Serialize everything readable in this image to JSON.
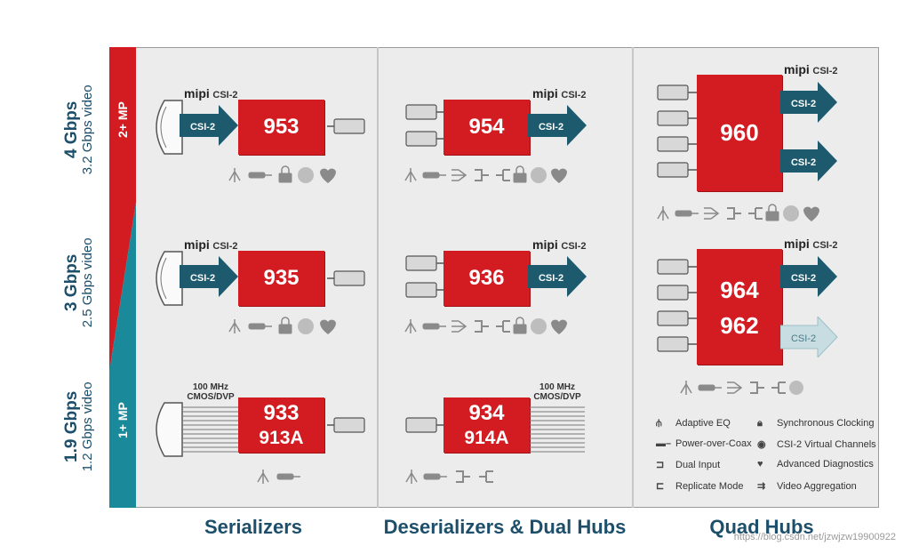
{
  "speeds": [
    {
      "rate": "4 Gbps",
      "video": "3.2 Gbps video"
    },
    {
      "rate": "3 Gbps",
      "video": "2.5 Gbps video"
    },
    {
      "rate": "1.9 Gbps",
      "video": "1.2 Gbps video"
    }
  ],
  "bands": {
    "top": "2+ MP",
    "bottom": "1+ MP"
  },
  "mipi": {
    "brand": "mipi",
    "csi": "CSI-2"
  },
  "arrow_label": "CSI-2",
  "chips": {
    "c953": "953",
    "c935": "935",
    "c933": "933",
    "c913a": "913A",
    "c954": "954",
    "c936": "936",
    "c934": "934",
    "c914a": "914A",
    "c960": "960",
    "c964": "964",
    "c962": "962"
  },
  "cmos_label": {
    "line1": "100 MHz",
    "line2": "CMOS/DVP"
  },
  "columns": {
    "serializers": "Serializers",
    "deserializers": "Deserializers & Dual Hubs",
    "quad": "Quad Hubs"
  },
  "legend": {
    "adaptive_eq": "Adaptive EQ",
    "poc": "Power-over-Coax",
    "dual_input": "Dual Input",
    "replicate": "Replicate Mode",
    "sync": "Synchronous Clocking",
    "vc": "CSI-2 Virtual Channels",
    "diag": "Advanced Diagnostics",
    "agg": "Video Aggregation"
  },
  "watermark": "https://blog.csdn.net/jzwjzw19900922",
  "colors": {
    "red": "#d21c22",
    "teal": "#1d5a6e",
    "navy": "#1d4f6b",
    "band_teal": "#1a8a9a"
  }
}
